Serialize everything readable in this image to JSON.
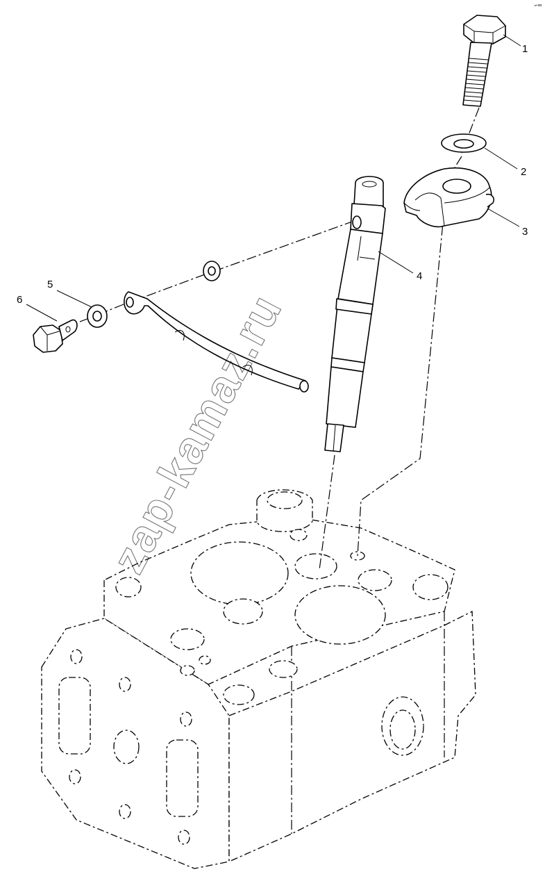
{
  "corner_mark": "⌐∞",
  "watermark": "zap-kamaz.ru",
  "callouts": [
    {
      "number": "1"
    },
    {
      "number": "2"
    },
    {
      "number": "3"
    },
    {
      "number": "4"
    },
    {
      "number": "5"
    },
    {
      "number": "6"
    }
  ]
}
